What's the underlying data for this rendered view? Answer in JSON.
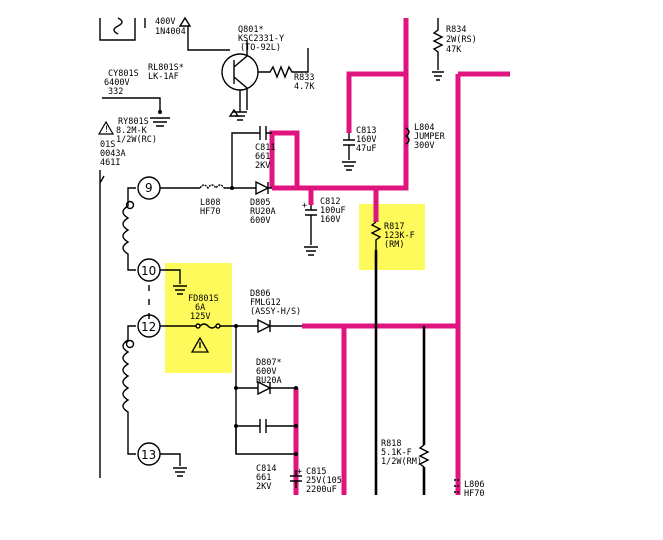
{
  "pins": [
    "9",
    "10",
    "12",
    "13"
  ],
  "components": {
    "d4004": "1N4004",
    "d4004_v": "400V",
    "q801_ref": "Q801*",
    "q801_part": "KSC2331-Y",
    "q801_pkg": "(TO-92L)",
    "r833_ref": "R833",
    "r833_val": "4.7K",
    "rl801_ref": "RL801S*",
    "rl801_part": "LK-1AF",
    "cy801_ref": "CY801S",
    "cy801_v": "6400V",
    "cy801_val": "332",
    "ry801_ref": "RY801S",
    "ry801_val": "8.2M-K",
    "ry801_w": "1/2W(RC)",
    "left_frag_1": "01S",
    "left_frag_2": "0043A",
    "left_frag_3": "461I",
    "r834_ref": "R834",
    "r834_w": "2W(RS)",
    "r834_val": "47K",
    "c811_ref": "C811",
    "c811_val": "661",
    "c811_v": "2KV",
    "c813_ref": "C813",
    "c813_v": "160V",
    "c813_val": "47uF",
    "l804_ref": "L804",
    "l804_val": "JUMPER",
    "l804_v": "300V",
    "l808_ref": "L808",
    "l808_val": "HF70",
    "d805_ref": "D805",
    "d805_part": "RU20A",
    "d805_v": "600V",
    "c812_ref": "C812",
    "c812_val": "100uF",
    "c812_v": "160V",
    "r817_ref": "R817",
    "r817_val": "123K-F",
    "r817_type": "(RM)",
    "fd801_ref": "FD801S",
    "fd801_a": "6A",
    "fd801_v": "125V",
    "d806_ref": "D806",
    "d806_part": "FMLG12",
    "d806_note": "(ASSY-H/S)",
    "d807_ref": "D807*",
    "d807_v": "600V",
    "d807_part": "RU20A",
    "r818_ref": "R818",
    "r818_val": "5.1K-F",
    "r818_w": "1/2W(RM)",
    "c814_ref": "C814",
    "c814_val": "661",
    "c814_v": "2KV",
    "c815_ref": "C815",
    "c815_v": "25V(105",
    "c815_val": "2200uF",
    "l806_ref": "L806",
    "l806_val": "HF70"
  },
  "colors": {
    "trace": "#e0147f",
    "highlight": "#fffa5c",
    "ink": "#000000"
  }
}
